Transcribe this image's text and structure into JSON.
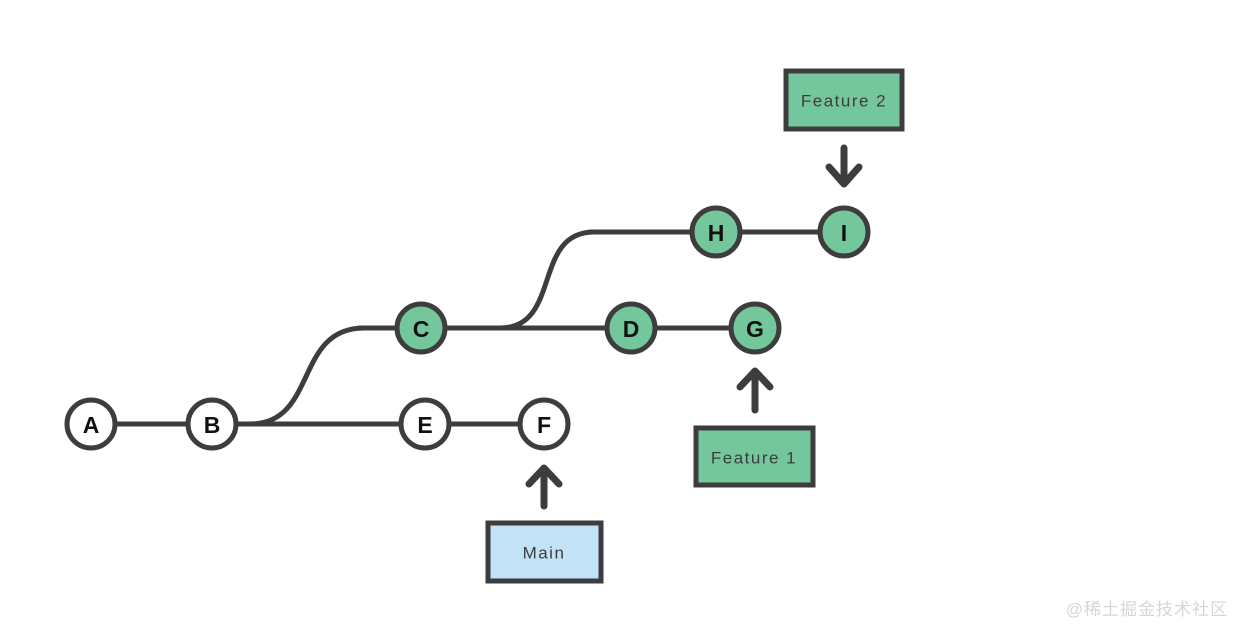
{
  "colors": {
    "stroke": "#3d3d3d",
    "feature_fill": "#74c79c",
    "main_node_fill": "#ffffff",
    "main_box_fill": "#c2e2f8",
    "watermark": "#d6d6d6"
  },
  "nodes": {
    "a": {
      "label": "A"
    },
    "b": {
      "label": "B"
    },
    "c": {
      "label": "C"
    },
    "d": {
      "label": "D"
    },
    "e": {
      "label": "E"
    },
    "f": {
      "label": "F"
    },
    "g": {
      "label": "G"
    },
    "h": {
      "label": "H"
    },
    "i": {
      "label": "I"
    }
  },
  "branch_labels": {
    "feature2": "Feature 2",
    "feature1": "Feature 1",
    "main": "Main"
  },
  "watermark": {
    "text": "@稀土掘金技术社区"
  }
}
